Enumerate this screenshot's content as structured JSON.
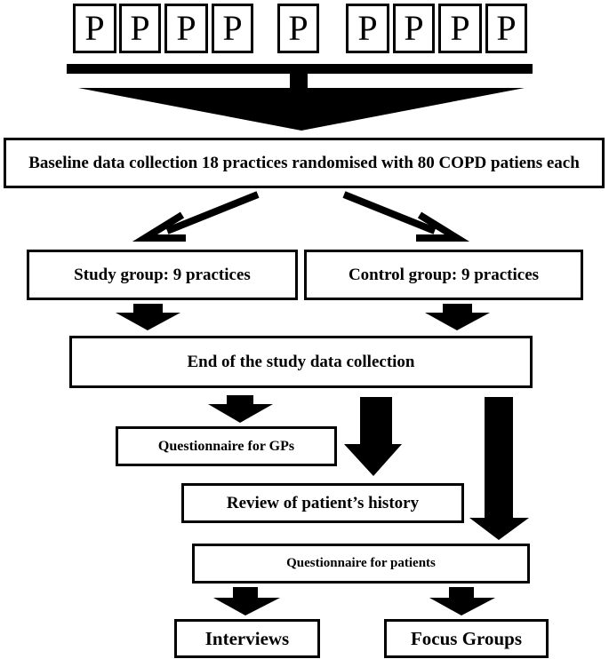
{
  "practices": {
    "symbols": [
      "P",
      "P",
      "P",
      "P",
      "P",
      "P",
      "P",
      "P",
      "P"
    ]
  },
  "boxes": {
    "baseline": "Baseline data collection 18 practices randomised with 80 COPD patiens each",
    "study_group": "Study group: 9 practices",
    "control_group": "Control group: 9 practices",
    "end_of_study": "End of the study data collection",
    "questionnaire_gps": "Questionnaire for GPs",
    "review_history": "Review of patient’s history",
    "questionnaire_patients": "Questionnaire for patients",
    "interviews": "Interviews",
    "focus_groups": "Focus Groups"
  }
}
